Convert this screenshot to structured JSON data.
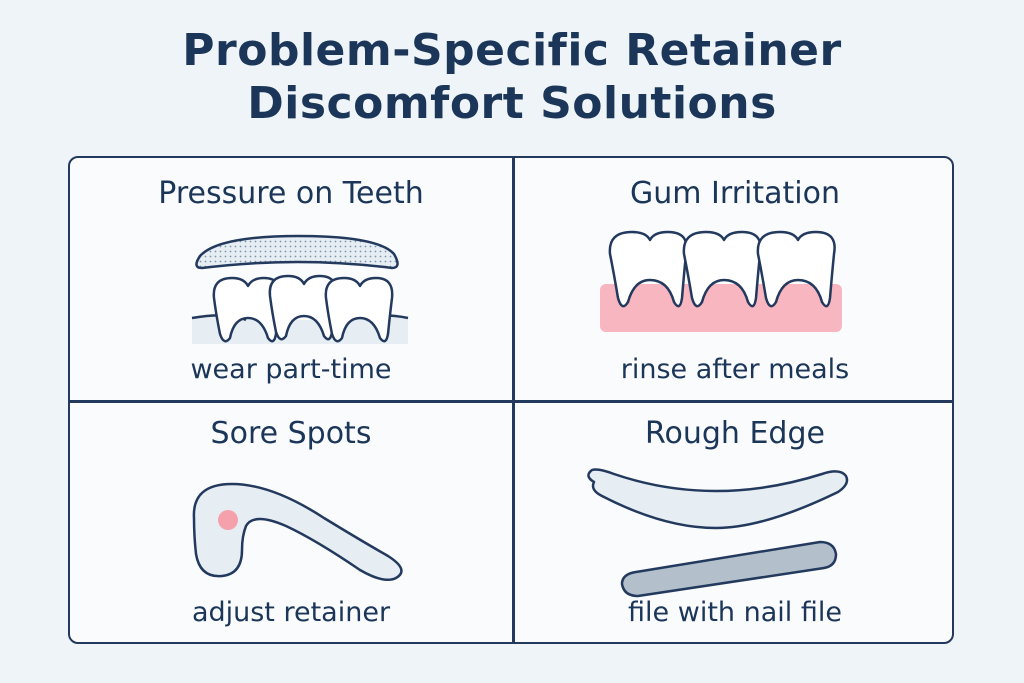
{
  "title": {
    "line1": "Problem-Specific Retainer",
    "line2": "Discomfort Solutions"
  },
  "panels": [
    {
      "heading": "Pressure on Teeth",
      "solution": "wear part-time",
      "icon": "retainer-on-teeth-icon"
    },
    {
      "heading": "Gum Irritation",
      "solution": "rinse after meals",
      "icon": "teeth-gums-icon"
    },
    {
      "heading": "Sore Spots",
      "solution": "adjust retainer",
      "icon": "retainer-sore-spot-icon"
    },
    {
      "heading": "Rough Edge",
      "solution": "file with nail file",
      "icon": "retainer-nail-file-icon"
    }
  ],
  "colors": {
    "background": "#eef4f8",
    "ink": "#1b3658",
    "gum_pink": "#f7b6c0",
    "sore_spot": "#f4a1ac",
    "retainer_fill": "#e6eef4",
    "nail_file": "#b3c0cc"
  }
}
